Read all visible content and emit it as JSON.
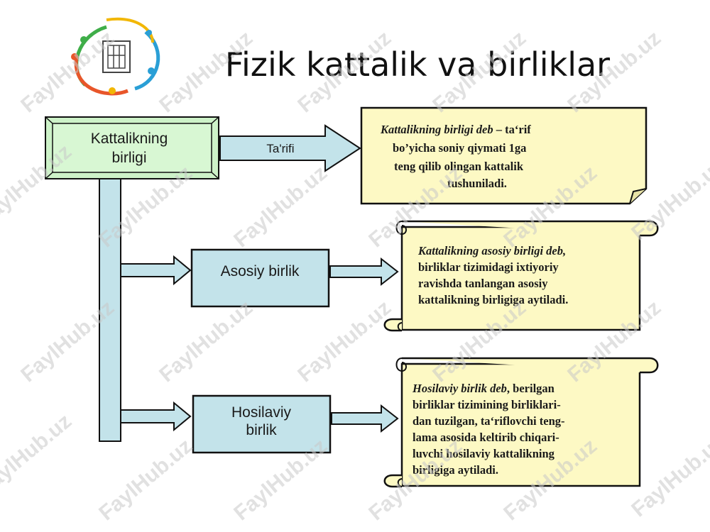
{
  "slide": {
    "title": "Fizik kattalik va birliklar",
    "watermark": "FaylHub.uz",
    "logo_icon": "flowchart-orbit-logo"
  },
  "diagram": {
    "main_box": {
      "line1": "Kattalikning",
      "line2": "birligi"
    },
    "arrow_label": "Ta'rifi",
    "box_asosiy": "Asosiy birlik",
    "box_hosilaviy": {
      "line1": "Hosilaviy",
      "line2": "birlik"
    },
    "note_definition": {
      "term": "Kattalikning birligi deb",
      "line1_rest": " – ta‘rif",
      "line2": "bo’yicha soniy qiymati 1ga",
      "line3": "teng qilib olingan kattalik",
      "line4": "tushuniladi."
    },
    "note_asosiy": {
      "term": "Kattalikning asosiy birligi deb,",
      "line2": "birliklar tizimidagi ixtiyoriy",
      "line3": "ravishda tanlangan asosiy",
      "line4": "kattalikning birligiga aytiladi."
    },
    "note_hosilaviy": {
      "term": "Hosilaviy birlik deb",
      "line1_rest": ", berilgan",
      "line2": "birliklar tizimining birliklari-",
      "line3": "dan tuzilgan, ta‘riflovchi teng-",
      "line4": "lama asosida keltirib chiqari-",
      "line5": "luvchi hosilaviy kattalikning",
      "line6": "birligiga aytiladi."
    }
  },
  "colors": {
    "main_box_fill": "#cdf2c8",
    "sub_box_fill": "#c3e3ea",
    "arrow_fill": "#c3e3ea",
    "note_fill": "#fdf9c4"
  }
}
